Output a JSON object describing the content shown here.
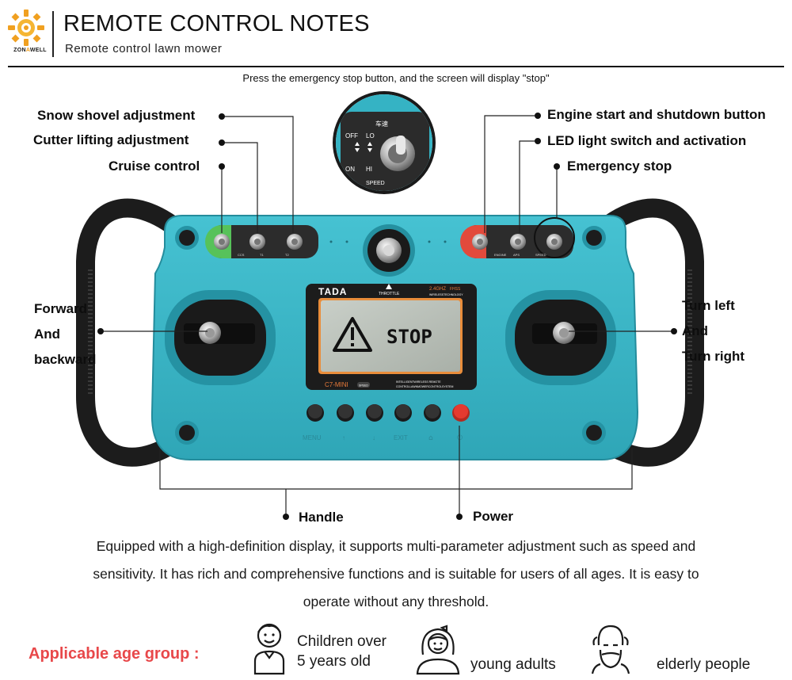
{
  "header": {
    "logo_text_a": "ZON",
    "logo_text_b": "A",
    "logo_text_c": "WELL",
    "title": "REMOTE CONTROL NOTES",
    "subtitle": "Remote control lawn mower"
  },
  "caption": "Press the emergency stop button, and the screen will display \"stop\"",
  "callouts": {
    "snow_shovel": "Snow shovel adjustment",
    "cutter_lifting": "Cutter lifting adjustment",
    "cruise_control": "Cruise control",
    "engine_start": "Engine start and shutdown button",
    "led_light": "LED light switch and activation",
    "emergency_stop": "Emergency stop",
    "forward_1": "Forward",
    "forward_2": "And",
    "forward_3": "backward",
    "turn_1": "Turn left",
    "turn_2": "And",
    "turn_3": "Turn right",
    "handle": "Handle",
    "power": "Power"
  },
  "device": {
    "brand": "TADA",
    "throttle": "THROTTLE",
    "freq": "2.4GHZ",
    "fhss": "FHSS",
    "wireless": "WIRELESSTECHNOLOGY",
    "screen_text": "STOP",
    "model": "C7-MINI",
    "model_badge": "SPEED",
    "system_line1": "INTELLIGENTWIRELESS REMOTE",
    "system_line2": "CONTROLLAWNMOWERCONTROLSYSTEM",
    "btn_menu": "MENU",
    "btn_exit": "EXIT",
    "inset_title": "车速",
    "inset_off": "OFF",
    "inset_lo": "LO",
    "inset_on": "ON",
    "inset_hi": "HI",
    "inset_speed": "SPEED",
    "sw_left_labels": [
      "CCS",
      "T1",
      "T2"
    ],
    "sw_right_labels": [
      "ENGINE",
      "APS",
      "SPEED"
    ],
    "colors": {
      "body": "#35b3c4",
      "body_dark": "#2592a3",
      "handle": "#1c1c1c",
      "screen": "#b9bfb8",
      "power_button": "#e53a2f"
    }
  },
  "description": [
    "Equipped with a high-definition display, it supports multi-parameter adjustment such as speed and",
    "sensitivity. It has rich and comprehensive functions and is suitable for users of all ages. It is easy to",
    "operate without any threshold."
  ],
  "age_group": {
    "label": "Applicable age group :",
    "children_line1": "Children over",
    "children_line2": "5 years old",
    "young": "young adults",
    "elderly": "elderly people",
    "accent_color": "#e8484a"
  }
}
